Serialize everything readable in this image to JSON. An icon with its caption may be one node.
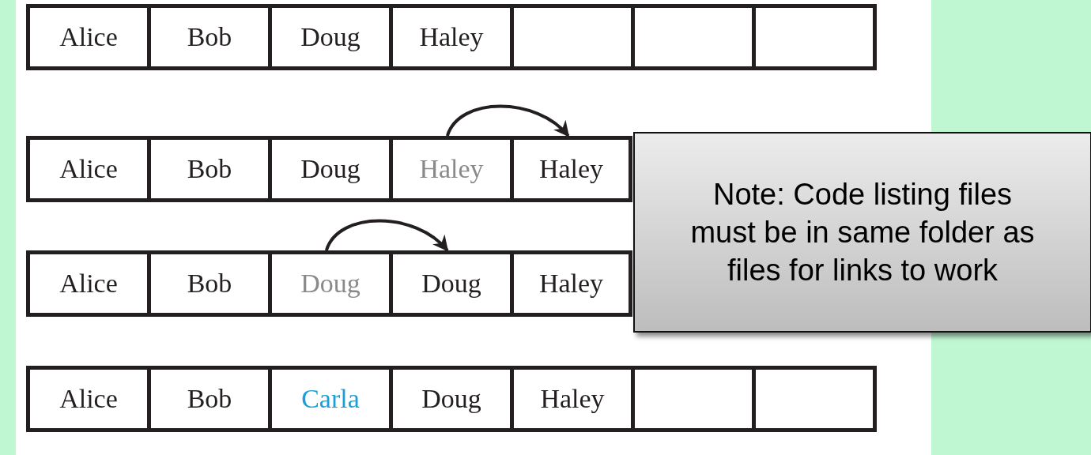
{
  "diagram": {
    "nodes": [
      {
        "text": [
          "Alice"
        ]
      },
      {
        "text": [
          "Bob"
        ]
      },
      {
        "text": [
          "Doug"
        ]
      },
      {
        "text": [
          "Haley"
        ]
      },
      {
        "text": [],
        "shape": "box"
      },
      {
        "text": [],
        "shape": "box"
      },
      {
        "text": [],
        "shape": "box"
      },
      {
        "text": [
          "Alice"
        ]
      },
      {
        "text": [
          "Bob"
        ]
      },
      {
        "text": [
          "Doug"
        ]
      },
      {
        "text": [
          "Haley"
        ]
      },
      {
        "text": [
          "Haley"
        ]
      },
      {
        "text": [
          "Alice"
        ]
      },
      {
        "text": [
          "Bob"
        ]
      },
      {
        "text": [
          "Doug"
        ]
      },
      {
        "text": [
          "Doug"
        ]
      },
      {
        "text": [
          "Haley"
        ]
      },
      {
        "text": [
          "Alice"
        ]
      },
      {
        "text": [
          "Bob"
        ]
      },
      {
        "text": [
          "Carla"
        ]
      },
      {
        "text": [
          "Doug"
        ]
      },
      {
        "text": [
          "Haley"
        ]
      },
      {
        "text": [],
        "shape": "box"
      },
      {
        "text": [],
        "shape": "box"
      },
      {
        "text": [
          "Note: Code listing files must be in same folder as files for links to work"
        ]
      }
    ],
    "edges": [
      {
        "from": 10,
        "to": 11,
        "arrow": "to"
      },
      {
        "from": 14,
        "to": 15,
        "arrow": "to"
      }
    ]
  }
}
